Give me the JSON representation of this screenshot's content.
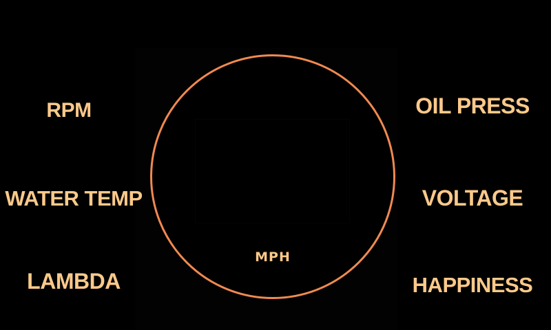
{
  "colors": {
    "background": "#000000",
    "label": "#fcc98a",
    "dial_ring": "#f08a50"
  },
  "left_gauges": {
    "rpm": "RPM",
    "water_temp": "WATER TEMP",
    "lambda": "LAMBDA"
  },
  "right_gauges": {
    "oil_press": "OIL PRESS",
    "voltage": "VOLTAGE",
    "happiness": "HAPPINESS"
  },
  "speedometer": {
    "unit": "MPH"
  }
}
